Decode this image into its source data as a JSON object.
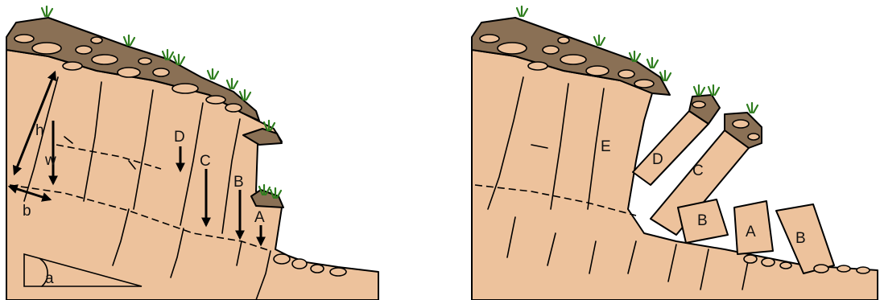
{
  "colors": {
    "rock": "#EDC29C",
    "soil": "#8A7055",
    "outline": "#000000",
    "grass": "#2E7D1E"
  },
  "left_panel": {
    "labels": {
      "h": "h",
      "w": "w",
      "b": "b",
      "a": "a",
      "A": "A",
      "B": "B",
      "C": "C",
      "D": "D"
    }
  },
  "right_panel": {
    "labels": {
      "A": "A",
      "B1": "B",
      "B2": "B",
      "C": "C",
      "D": "D",
      "E": "E"
    }
  }
}
